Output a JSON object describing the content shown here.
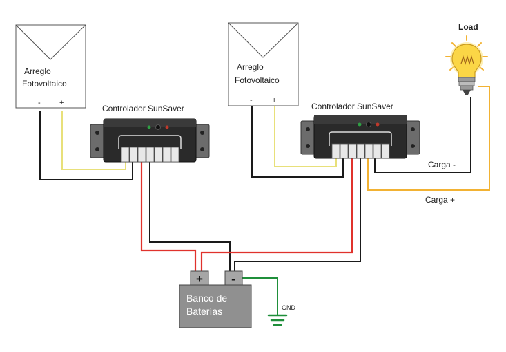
{
  "panels": [
    {
      "line1": "Arreglo",
      "line2": "Fotovoltaico",
      "minus": "-",
      "plus": "+"
    },
    {
      "line1": "Arreglo",
      "line2": "Fotovoltaico",
      "minus": "-",
      "plus": "+"
    }
  ],
  "controllers": [
    {
      "label": "Controlador SunSaver"
    },
    {
      "label": "Controlador SunSaver"
    }
  ],
  "battery": {
    "line1": "Banco de",
    "line2": "Baterías",
    "plus": "+",
    "minus": "-"
  },
  "ground": {
    "label": "GND"
  },
  "load": {
    "label": "Load"
  },
  "wires": {
    "load_minus_label": "Carga -",
    "load_plus_label": "Carga +"
  },
  "colors": {
    "wire_black": "#1a1a1a",
    "wire_red": "#e0322c",
    "wire_yellow": "#e8e07a",
    "wire_orange": "#f2b233",
    "wire_green": "#1f8f3a",
    "battery_body": "#909090",
    "controller_body": "#2a2a2a"
  }
}
